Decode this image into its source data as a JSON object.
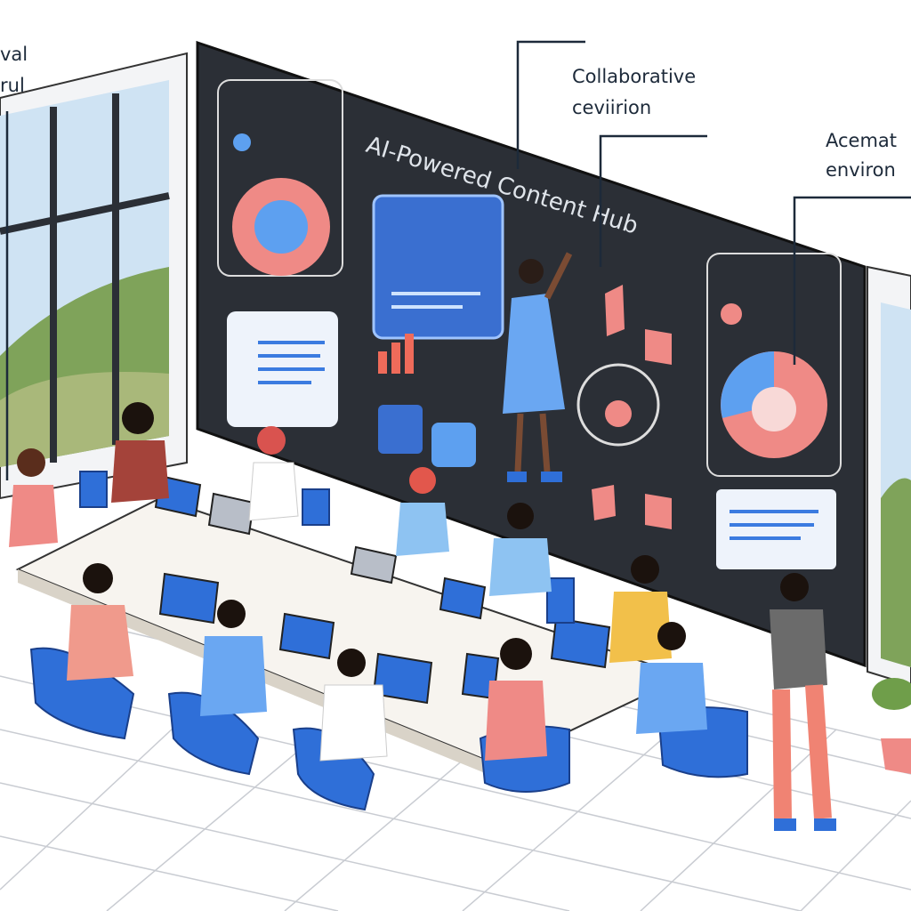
{
  "labels": {
    "top_left_line1": "val",
    "top_left_line2": "rul",
    "collab_line1": "Collaborative",
    "collab_line2": "ceviirion",
    "right_line1": "Acemat",
    "right_line2": "environ",
    "board_title": "AI-Powered Content Hub"
  },
  "colors": {
    "board": "#2b2f36",
    "accent_blue": "#3b7be0",
    "accent_pink": "#ef8a86",
    "chair_blue": "#2f6fd8",
    "window_green": "#7fa35a",
    "sky": "#cfe3f3"
  }
}
